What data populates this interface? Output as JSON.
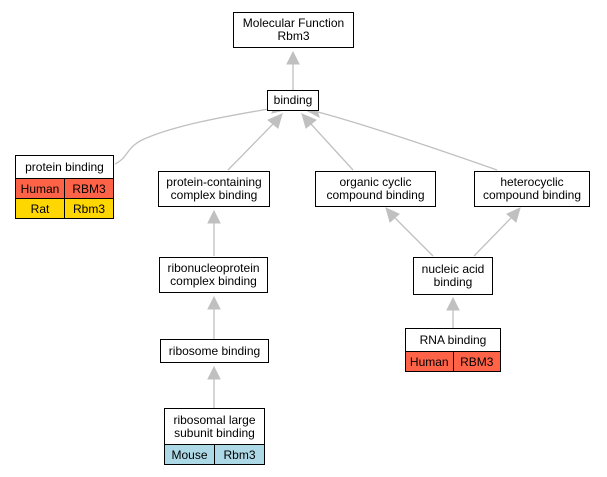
{
  "colors": {
    "edge": "#c0c0c0",
    "human": "#ff6347",
    "rat": "#ffd700",
    "mouse": "#add8e6"
  },
  "nodes": {
    "root": {
      "line1": "Molecular Function",
      "line2": "Rbm3"
    },
    "binding": {
      "label": "binding"
    },
    "protein_binding": {
      "label": "protein binding",
      "rows": [
        {
          "species": "Human",
          "gene": "RBM3"
        },
        {
          "species": "Rat",
          "gene": "Rbm3"
        }
      ]
    },
    "protein_containing": {
      "line1": "protein-containing",
      "line2": "complex binding"
    },
    "organic_cyclic": {
      "line1": "organic cyclic",
      "line2": "compound binding"
    },
    "heterocyclic": {
      "line1": "heterocyclic",
      "line2": "compound binding"
    },
    "ribonucleoprotein": {
      "line1": "ribonucleoprotein",
      "line2": "complex binding"
    },
    "nucleic_acid": {
      "line1": "nucleic acid",
      "line2": "binding"
    },
    "rna_binding": {
      "label": "RNA binding",
      "rows": [
        {
          "species": "Human",
          "gene": "RBM3"
        }
      ]
    },
    "ribosome_binding": {
      "label": "ribosome binding"
    },
    "ribosomal_large": {
      "line1": "ribosomal large",
      "line2": "subunit binding",
      "rows": [
        {
          "species": "Mouse",
          "gene": "Rbm3"
        }
      ]
    }
  }
}
